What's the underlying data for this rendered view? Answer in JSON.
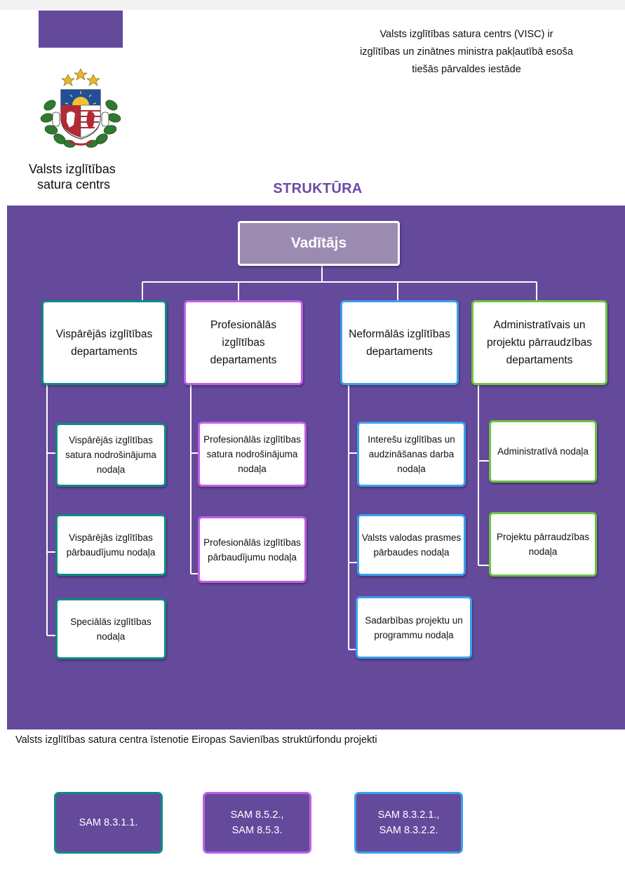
{
  "header": {
    "org_name_line1": "Valsts izglītības",
    "org_name_line2": "satura centrs",
    "intro_line1": "Valsts izglītības satura centrs (VISC) ir",
    "intro_line2": "izglītības un zinātnes ministra pakļautībā esoša",
    "intro_line3": "tiešās pārvaldes iestāde"
  },
  "structure": {
    "title": "STRUKTŪRA",
    "head": "Vadītājs",
    "departments": [
      {
        "name": "Vispārējās izglītības departaments",
        "color": "#0f8b84",
        "units": [
          "Vispārējās izglītības satura nodrošinājuma nodaļa",
          "Vispārējās izglītības pārbaudījumu nodaļa",
          "Speciālās izglītības nodaļa"
        ]
      },
      {
        "name": "Profesionālās izglītības departaments",
        "color": "#c060e8",
        "units": [
          "Profesionālās izglītības satura nodrošinājuma nodaļa",
          "Profesionālās izglītības pārbaudījumu nodaļa"
        ]
      },
      {
        "name": "Neformālās izglītības departaments",
        "color": "#3aa0ef",
        "units": [
          "Interešu izglītības un audzināšanas darba nodaļa",
          "Valsts valodas prasmes pārbaudes nodaļa",
          "Sadarbības projektu un programmu nodaļa"
        ]
      },
      {
        "name": "Administratīvais un projektu pārraudzības departaments",
        "color": "#6dc443",
        "units": [
          "Administratīvā nodaļa",
          "Projektu pārraudzības nodaļa"
        ]
      }
    ]
  },
  "footer": {
    "projects_title": "Valsts izglītības satura centra īstenotie Eiropas Savienības struktūrfondu projekti",
    "projects": [
      {
        "label": "SAM 8.3.1.1.",
        "color": "#0f8b84"
      },
      {
        "label": "SAM 8.5.2.,\nSAM 8.5.3.",
        "color": "#c060e8"
      },
      {
        "label": "SAM 8.3.2.1.,\nSAM 8.3.2.2.",
        "color": "#3aa0ef"
      }
    ]
  },
  "colors": {
    "panel_purple": "#654a9c",
    "title_purple": "#6a4aa6",
    "head_fill": "#9b8bb1"
  }
}
